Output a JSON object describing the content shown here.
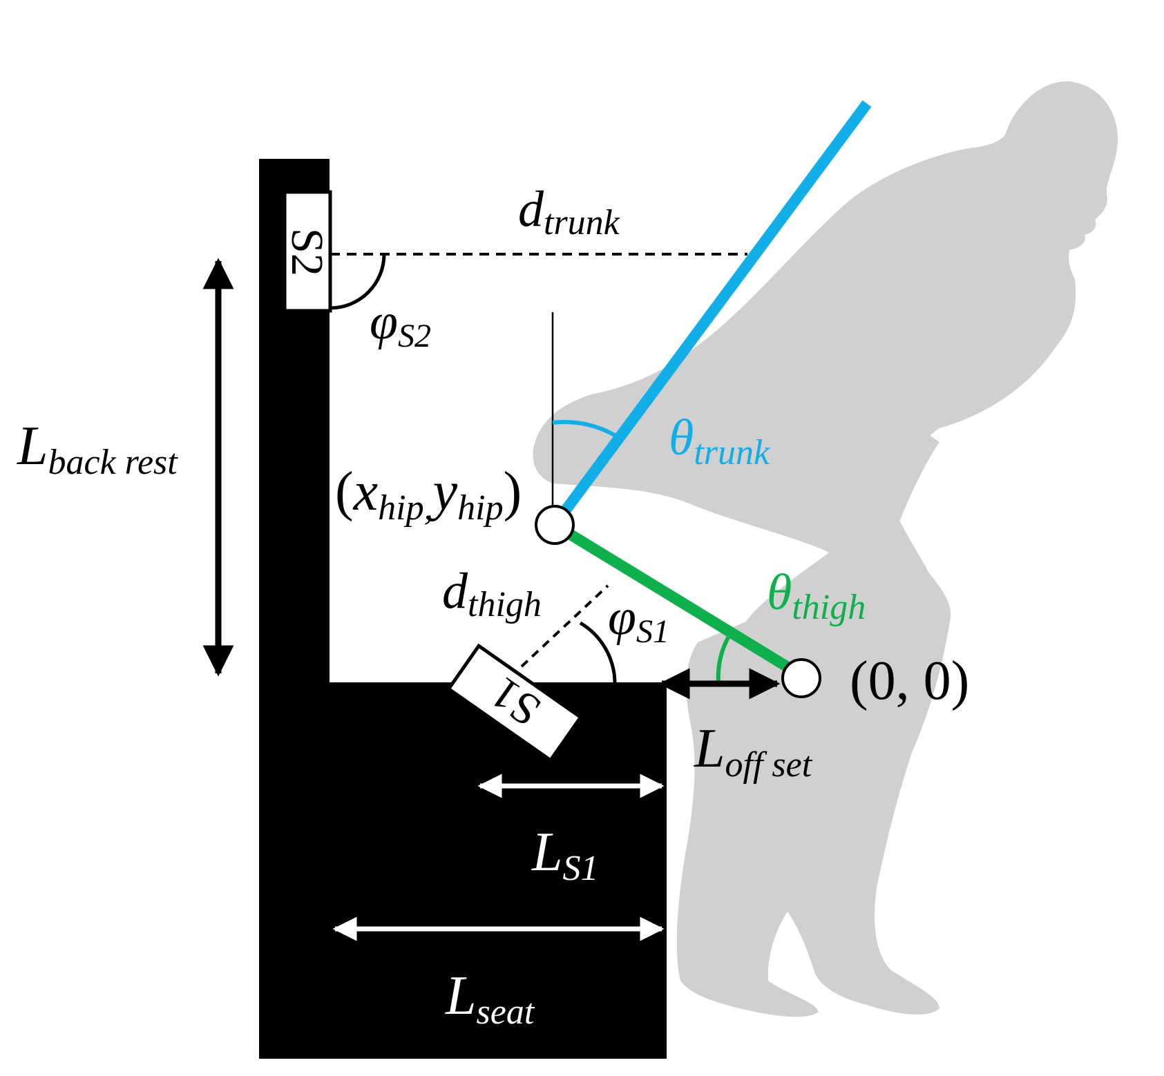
{
  "diagram": {
    "colors": {
      "background": "#ffffff",
      "chair": "#000000",
      "silhouette": "#d0d0d0",
      "trunk": "#12aee8",
      "thigh": "#0db04b",
      "white_arrow": "#ffffff"
    },
    "sensors": {
      "s1": "S1",
      "s2": "S2"
    },
    "labels": {
      "d_trunk": {
        "main": "d",
        "sub": "trunk"
      },
      "phi_s2": {
        "main": "φ",
        "sub": "S2"
      },
      "l_back_rest": {
        "main": "L",
        "sub": "back rest"
      },
      "theta_trunk": {
        "main": "θ",
        "sub": "trunk"
      },
      "hip_coord": {
        "open": "(",
        "x": "x",
        "x_sub": "hip,",
        "y": "y",
        "y_sub": "hip",
        "close": ")"
      },
      "d_thigh": {
        "main": "d",
        "sub": "thigh"
      },
      "phi_s1": {
        "main": "φ",
        "sub": "S1"
      },
      "theta_thigh": {
        "main": "θ",
        "sub": "thigh"
      },
      "origin": "(0, 0)",
      "l_offset": {
        "main": "L",
        "sub": "off set"
      },
      "l_s1": {
        "main": "L",
        "sub": "S1"
      },
      "l_seat": {
        "main": "L",
        "sub": "seat"
      }
    }
  }
}
